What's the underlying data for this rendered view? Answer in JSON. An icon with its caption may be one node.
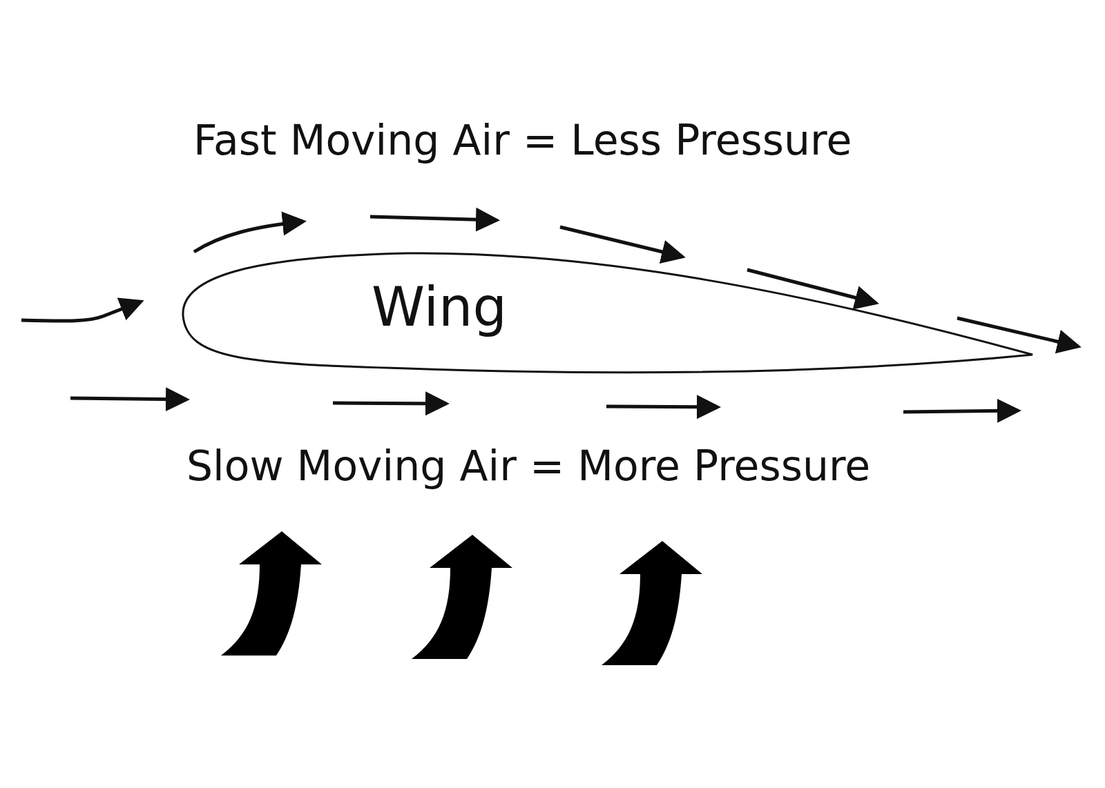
{
  "diagram": {
    "nodes": [
      {
        "text": [
          "Wing"
        ]
      }
    ],
    "labels": [
      "Fast Moving Air = Less Pressure",
      "Slow Moving Air = More Pressure"
    ]
  }
}
